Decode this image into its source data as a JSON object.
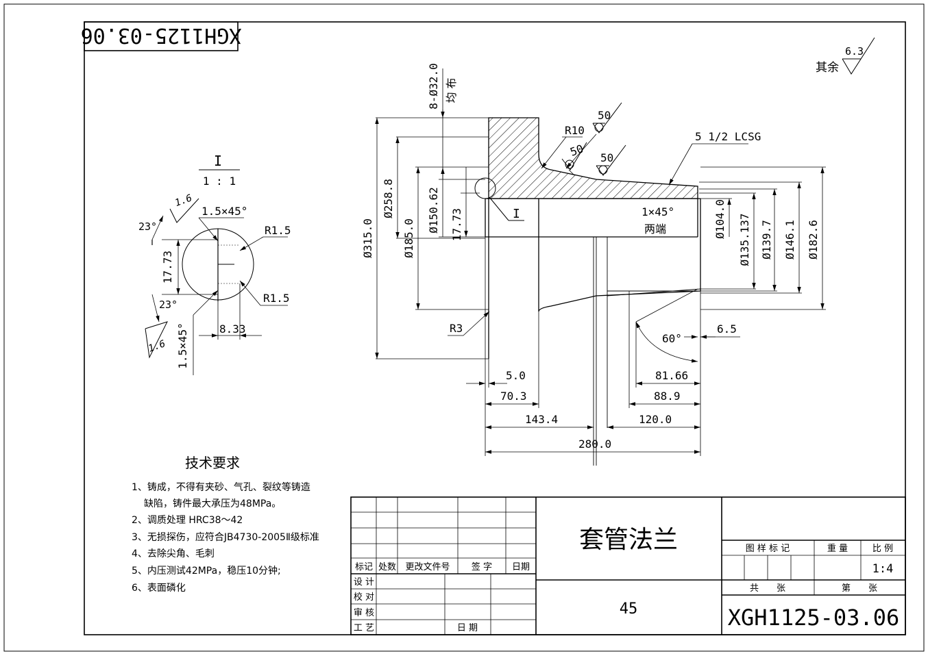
{
  "drawing_number": "XGH1125-03.06",
  "drawing_number_rotated": "XGH1125-03.06",
  "part_name": "套管法兰",
  "material": "45",
  "scale_value": "1:4",
  "roughness_other": {
    "label": "其余",
    "value": "6.3"
  },
  "main_view": {
    "holes_note": "8-Ø32.0",
    "holes_note_2": "均 布",
    "welds": [
      "50",
      "50",
      "50"
    ],
    "r10": "R10",
    "thread": "5 1/2 LCSG",
    "r3": "R3",
    "detail_ref": "I",
    "chamfer": "1×45°",
    "chamfer_note": "两端",
    "dims_left": [
      "Ø315.0",
      "Ø258.8",
      "Ø185.0",
      "Ø150.62",
      "17.73"
    ],
    "dims_right": [
      "Ø104.0",
      "Ø135.137",
      "Ø139.7",
      "Ø146.1",
      "Ø182.6"
    ],
    "angle": "60°",
    "dim_6_5": "6.5",
    "dim_5_0": "5.0",
    "dim_70_3": "70.3",
    "dim_81_66": "81.66",
    "dim_88_9": "88.9",
    "dim_143_4": "143.4",
    "dim_120_0": "120.0",
    "dim_280_0": "280.0"
  },
  "detail_view": {
    "title": "I",
    "scale": "1 : 1",
    "roughness_top": "1.6",
    "roughness_bottom": "1.6",
    "chamfer_top": "1.5×45°",
    "chamfer_bottom": "1.5×45°",
    "angle_top": "23°",
    "angle_bottom": "23°",
    "radius_top": "R1.5",
    "radius_bottom": "R1.5",
    "height": "17.73",
    "width": "8.33"
  },
  "tech_requirements": {
    "title": "技术要求",
    "items": [
      "1、铸成，不得有夹砂、气孔、裂纹等铸造",
      "缺陷，铸件最大承压为48MPa。",
      "2、调质处理 HRC38～42",
      "3、无损探伤，应符合JB4730-2005Ⅱ级标准",
      "4、去除尖角、毛刺",
      "5、内压测试42MPa，稳压10分钟;",
      "6、表面磷化"
    ]
  },
  "title_block": {
    "rev_headers": [
      "标记",
      "处数",
      "更改文件号",
      "签 字",
      "日期"
    ],
    "sign_rows": [
      "设 计",
      "校 对",
      "审 核",
      "工 艺"
    ],
    "date_label": "日 期",
    "pattern_mark": "图 样 标 记",
    "weight": "重 量",
    "scale": "比 例",
    "total_sheets": "共　　张",
    "sheet_no": "第　　张"
  }
}
